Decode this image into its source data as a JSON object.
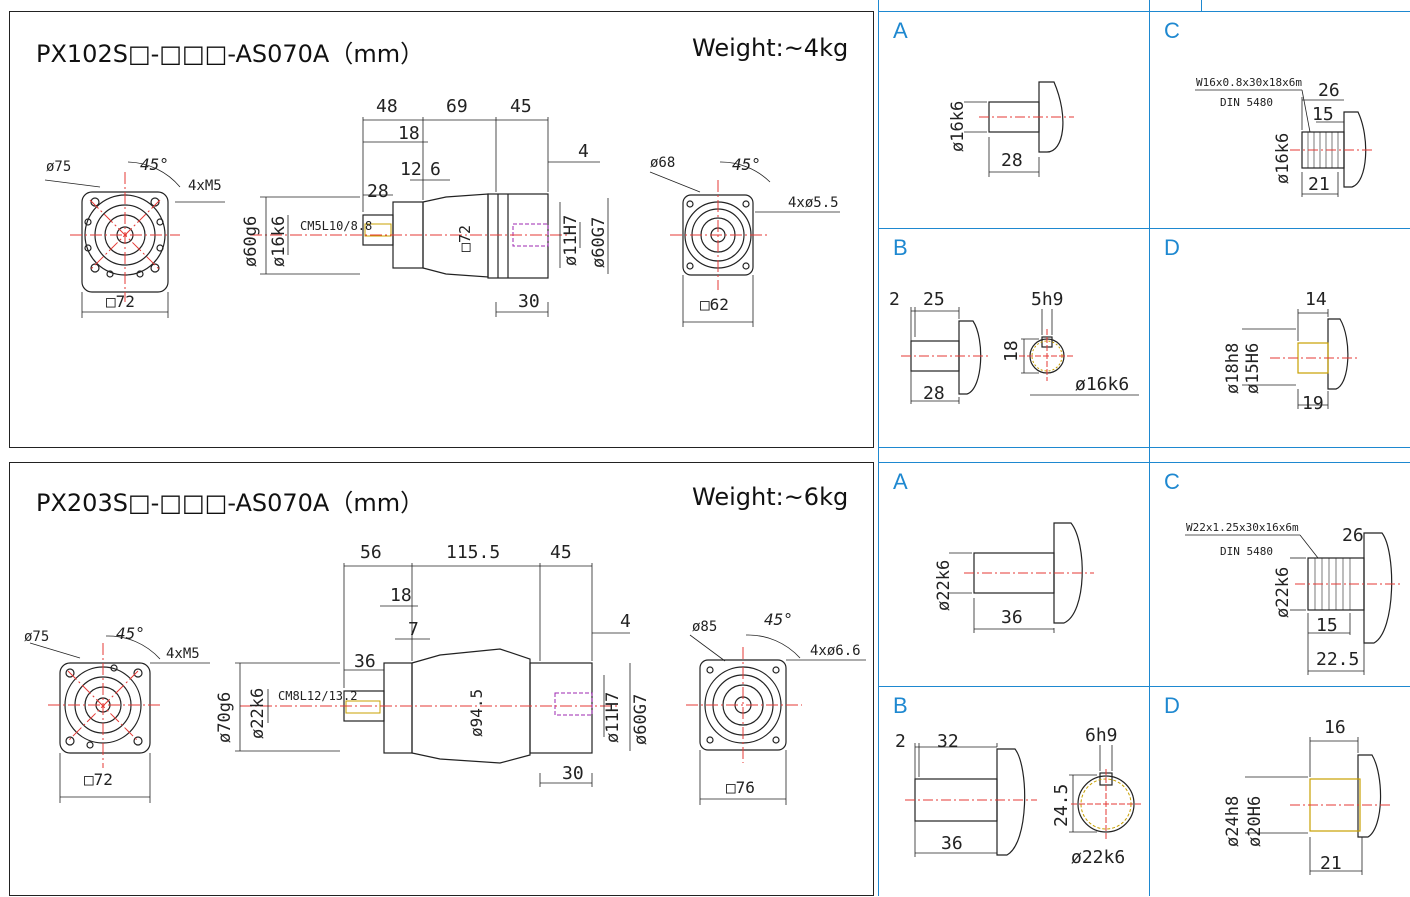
{
  "colors": {
    "accent": "#1e88d0",
    "centerline": "#e53935",
    "hidden": "#9c27b0",
    "hatch": "#c8a000"
  },
  "p1": {
    "title": "PX102S□-□□□-AS070A（mm）",
    "weight": "Weight:~4kg",
    "dims": {
      "front_dia": "ø75",
      "front_angle": "45°",
      "front_bolts": "4xM5",
      "front_sq": "□72",
      "d48": "48",
      "d69": "69",
      "d45": "45",
      "d18": "18",
      "d12": "12",
      "d6": "6",
      "d28": "28",
      "d4": "4",
      "d60g6": "ø60g6",
      "d16k6": "ø16k6",
      "cm": "CM5L10/8.8",
      "sq72": "□72",
      "d11h7": "ø11H7",
      "d60g7": "ø60G7",
      "d30": "30",
      "rear_dia": "ø68",
      "rear_angle": "45°",
      "rear_holes": "4xø5.5",
      "rear_sq": "□62"
    }
  },
  "p2": {
    "title": "PX203S□-□□□-AS070A（mm）",
    "weight": "Weight:~6kg",
    "dims": {
      "front_dia": "ø75",
      "front_angle": "45°",
      "front_bolts": "4xM5",
      "front_sq": "□72",
      "d56": "56",
      "d115": "115.5",
      "d45": "45",
      "d18": "18",
      "d7": "7",
      "d36": "36",
      "d4": "4",
      "d70g6": "ø70g6",
      "d22k6": "ø22k6",
      "cm": "CM8L12/13.2",
      "d94": "ø94.5",
      "d11h7": "ø11H7",
      "d60g7": "ø60G7",
      "d30": "30",
      "rear_dia": "ø85",
      "rear_angle": "45°",
      "rear_holes": "4xø6.6",
      "rear_sq": "□76"
    }
  },
  "v1": {
    "A": {
      "label": "A",
      "dia": "ø16k6",
      "len": "28"
    },
    "C": {
      "label": "C",
      "spline": "W16x0.8x30x18x6m",
      "std": "DIN 5480",
      "d26": "26",
      "d15": "15",
      "dia": "ø16k6",
      "d21": "21"
    },
    "B": {
      "label": "B",
      "d2": "2",
      "d25": "25",
      "d28": "28",
      "key": "5h9",
      "h18": "18",
      "dia": "ø16k6"
    },
    "D": {
      "label": "D",
      "d14": "14",
      "d18h8": "ø18h8",
      "d15h6": "ø15H6",
      "d19": "19"
    }
  },
  "v2": {
    "A": {
      "label": "A",
      "dia": "ø22k6",
      "len": "36"
    },
    "C": {
      "label": "C",
      "spline": "W22x1.25x30x16x6m",
      "std": "DIN 5480",
      "d26": "26",
      "dia": "ø22k6",
      "d15": "15",
      "d225": "22.5"
    },
    "B": {
      "label": "B",
      "d2": "2",
      "d32": "32",
      "d36": "36",
      "key": "6h9",
      "h245": "24.5",
      "dia": "ø22k6"
    },
    "D": {
      "label": "D",
      "d16": "16",
      "d24h8": "ø24h8",
      "d20h6": "ø20H6",
      "d21": "21"
    }
  }
}
